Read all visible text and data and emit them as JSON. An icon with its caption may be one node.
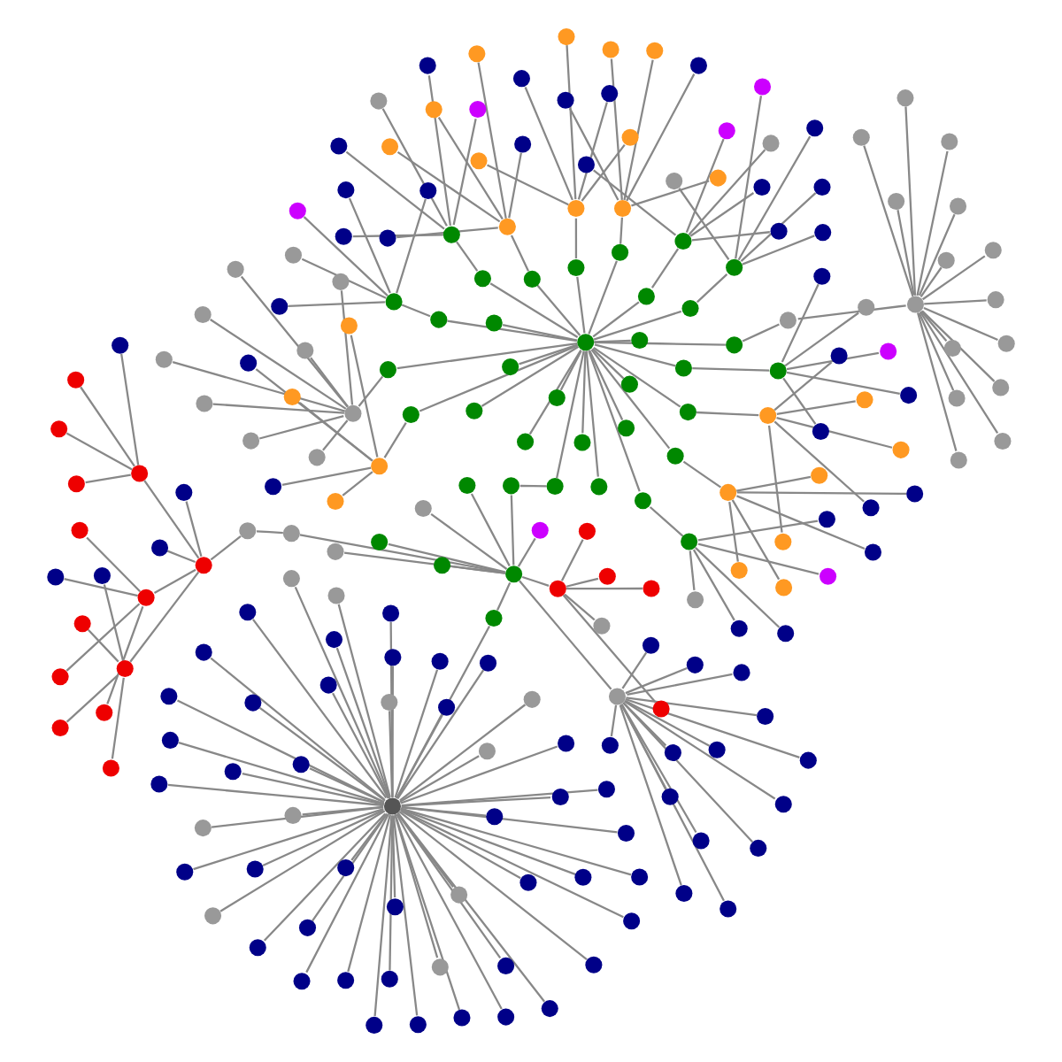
{
  "diagram": {
    "nodes": [
      {
        "text": [],
        "shape": "circle"
      },
      {
        "text": [],
        "shape": "circle"
      },
      {
        "text": [],
        "shape": "circle"
      },
      {
        "text": [],
        "shape": "circle"
      },
      {
        "text": [],
        "shape": "circle"
      },
      {
        "text": [],
        "shape": "circle"
      },
      {
        "text": [],
        "shape": "circle"
      },
      {
        "text": [],
        "shape": "circle"
      },
      {
        "text": [],
        "shape": "circle"
      },
      {
        "text": [],
        "shape": "circle"
      },
      {
        "text": [],
        "shape": "circle"
      },
      {
        "text": [],
        "shape": "circle"
      },
      {
        "text": [],
        "shape": "circle"
      },
      {
        "text": [],
        "shape": "circle"
      },
      {
        "text": [],
        "shape": "circle"
      },
      {
        "text": [],
        "shape": "circle"
      },
      {
        "text": [],
        "shape": "circle"
      },
      {
        "text": [],
        "shape": "circle"
      },
      {
        "text": [],
        "shape": "circle"
      },
      {
        "text": [],
        "shape": "circle"
      },
      {
        "text": [],
        "shape": "circle"
      },
      {
        "text": [],
        "shape": "circle"
      },
      {
        "text": [],
        "shape": "circle"
      },
      {
        "text": [],
        "shape": "circle"
      },
      {
        "text": [],
        "shape": "circle"
      },
      {
        "text": [],
        "shape": "circle"
      },
      {
        "text": [],
        "shape": "circle"
      },
      {
        "text": [],
        "shape": "circle"
      },
      {
        "text": [],
        "shape": "circle"
      },
      {
        "text": [],
        "shape": "circle"
      },
      {
        "text": [],
        "shape": "circle"
      },
      {
        "text": [],
        "shape": "circle"
      },
      {
        "text": [],
        "shape": "circle"
      },
      {
        "text": [],
        "shape": "circle"
      },
      {
        "text": [],
        "shape": "circle"
      },
      {
        "text": [],
        "shape": "circle"
      },
      {
        "text": [],
        "shape": "circle"
      },
      {
        "text": [],
        "shape": "circle"
      },
      {
        "text": [],
        "shape": "circle"
      },
      {
        "text": [],
        "shape": "circle"
      },
      {
        "text": [],
        "shape": "circle"
      },
      {
        "text": [],
        "shape": "circle"
      },
      {
        "text": [],
        "shape": "circle"
      },
      {
        "text": [],
        "shape": "circle"
      },
      {
        "text": [],
        "shape": "circle"
      },
      {
        "text": [],
        "shape": "circle"
      },
      {
        "text": [],
        "shape": "circle"
      },
      {
        "text": [],
        "shape": "circle"
      },
      {
        "text": [],
        "shape": "circle"
      },
      {
        "text": [],
        "shape": "circle"
      },
      {
        "text": [],
        "shape": "circle"
      },
      {
        "text": [],
        "shape": "circle"
      },
      {
        "text": [],
        "shape": "circle"
      },
      {
        "text": [],
        "shape": "circle"
      },
      {
        "text": [],
        "shape": "circle"
      },
      {
        "text": [],
        "shape": "circle"
      },
      {
        "text": [],
        "shape": "circle"
      },
      {
        "text": [],
        "shape": "circle"
      },
      {
        "text": [],
        "shape": "circle"
      },
      {
        "text": [],
        "shape": "circle"
      },
      {
        "text": [],
        "shape": "circle"
      },
      {
        "text": [],
        "shape": "circle"
      },
      {
        "text": [],
        "shape": "circle"
      },
      {
        "text": [],
        "shape": "circle"
      },
      {
        "text": [],
        "shape": "circle"
      },
      {
        "text": [],
        "shape": "circle"
      },
      {
        "text": [],
        "shape": "circle"
      },
      {
        "text": [],
        "shape": "circle"
      },
      {
        "text": [],
        "shape": "circle"
      },
      {
        "text": [],
        "shape": "circle"
      },
      {
        "text": [],
        "shape": "circle"
      },
      {
        "text": [],
        "shape": "circle"
      },
      {
        "text": [],
        "shape": "circle"
      },
      {
        "text": [],
        "shape": "circle"
      },
      {
        "text": [],
        "shape": "circle"
      },
      {
        "text": [],
        "shape": "circle"
      },
      {
        "text": [],
        "shape": "circle"
      },
      {
        "text": [],
        "shape": "circle"
      },
      {
        "text": [],
        "shape": "circle"
      },
      {
        "text": [],
        "shape": "circle"
      },
      {
        "text": [],
        "shape": "circle"
      },
      {
        "text": [],
        "shape": "circle"
      },
      {
        "text": [],
        "shape": "circle"
      },
      {
        "text": [],
        "shape": "circle"
      },
      {
        "text": [],
        "shape": "circle"
      },
      {
        "text": [],
        "shape": "circle"
      },
      {
        "text": [],
        "shape": "circle"
      },
      {
        "text": [],
        "shape": "circle"
      },
      {
        "text": [],
        "shape": "circle"
      },
      {
        "text": [],
        "shape": "circle"
      },
      {
        "text": [],
        "shape": "circle"
      },
      {
        "text": [],
        "shape": "circle"
      },
      {
        "text": [],
        "shape": "circle"
      },
      {
        "text": [],
        "shape": "circle"
      },
      {
        "text": [],
        "shape": "circle"
      },
      {
        "text": [],
        "shape": "circle"
      },
      {
        "text": [],
        "shape": "circle"
      },
      {
        "text": [],
        "shape": "circle"
      },
      {
        "text": [],
        "shape": "circle"
      },
      {
        "text": [],
        "shape": "circle"
      },
      {
        "text": [],
        "shape": "circle"
      },
      {
        "text": [],
        "shape": "circle"
      },
      {
        "text": [],
        "shape": "circle"
      },
      {
        "text": [],
        "shape": "circle"
      },
      {
        "text": [],
        "shape": "circle"
      },
      {
        "text": [],
        "shape": "circle"
      },
      {
        "text": [],
        "shape": "circle"
      },
      {
        "text": [],
        "shape": "circle"
      },
      {
        "text": [],
        "shape": "circle"
      },
      {
        "text": [],
        "shape": "circle"
      },
      {
        "text": [],
        "shape": "circle"
      },
      {
        "text": [],
        "shape": "circle"
      },
      {
        "text": [],
        "shape": "circle"
      },
      {
        "text": [],
        "shape": "circle"
      },
      {
        "text": [],
        "shape": "circle"
      },
      {
        "text": [],
        "shape": "circle"
      },
      {
        "text": [],
        "shape": "circle"
      },
      {
        "text": [],
        "shape": "circle"
      },
      {
        "text": [],
        "shape": "circle"
      },
      {
        "text": [],
        "shape": "circle"
      },
      {
        "text": [],
        "shape": "circle"
      },
      {
        "text": [],
        "shape": "circle"
      },
      {
        "text": [],
        "shape": "circle"
      },
      {
        "text": [],
        "shape": "circle"
      },
      {
        "text": [],
        "shape": "circle"
      },
      {
        "text": [],
        "shape": "circle"
      },
      {
        "text": [],
        "shape": "circle"
      },
      {
        "text": [],
        "shape": "circle"
      },
      {
        "text": [],
        "shape": "circle"
      },
      {
        "text": [],
        "shape": "circle"
      },
      {
        "text": [],
        "shape": "circle"
      },
      {
        "text": [],
        "shape": "circle"
      },
      {
        "text": [],
        "shape": "circle"
      },
      {
        "text": [],
        "shape": "circle"
      },
      {
        "text": [],
        "shape": "circle"
      },
      {
        "text": [],
        "shape": "circle"
      },
      {
        "text": [],
        "shape": "circle"
      },
      {
        "text": [],
        "shape": "circle"
      },
      {
        "text": [],
        "shape": "circle"
      },
      {
        "text": [],
        "shape": "circle"
      },
      {
        "text": [],
        "shape": "circle"
      },
      {
        "text": [],
        "shape": "circle"
      },
      {
        "text": [],
        "shape": "circle"
      },
      {
        "text": [],
        "shape": "circle"
      },
      {
        "text": [],
        "shape": "circle"
      },
      {
        "text": [],
        "shape": "circle"
      },
      {
        "text": [],
        "shape": "circle"
      },
      {
        "text": [],
        "shape": "circle"
      },
      {
        "text": [],
        "shape": "circle"
      },
      {
        "text": [],
        "shape": "circle"
      },
      {
        "text": [],
        "shape": "circle"
      },
      {
        "text": [],
        "shape": "circle"
      },
      {
        "text": [],
        "shape": "circle"
      },
      {
        "text": [],
        "shape": "circle"
      },
      {
        "text": [],
        "shape": "circle"
      },
      {
        "text": [],
        "shape": "circle"
      },
      {
        "text": [],
        "shape": "circle"
      },
      {
        "text": [],
        "shape": "circle"
      },
      {
        "text": [],
        "shape": "circle"
      },
      {
        "text": [],
        "shape": "circle"
      },
      {
        "text": [],
        "shape": "circle"
      },
      {
        "text": [],
        "shape": "circle"
      },
      {
        "text": [],
        "shape": "circle"
      },
      {
        "text": [],
        "shape": "circle"
      },
      {
        "text": [],
        "shape": "circle"
      },
      {
        "text": [],
        "shape": "circle"
      },
      {
        "text": [],
        "shape": "circle"
      },
      {
        "text": [],
        "shape": "circle"
      },
      {
        "text": [],
        "shape": "circle"
      },
      {
        "text": [],
        "shape": "circle"
      },
      {
        "text": [],
        "shape": "circle"
      },
      {
        "text": [],
        "shape": "circle"
      },
      {
        "text": [],
        "shape": "circle"
      },
      {
        "text": [],
        "shape": "circle"
      },
      {
        "text": [],
        "shape": "circle"
      },
      {
        "text": [],
        "shape": "circle"
      },
      {
        "text": [],
        "shape": "circle"
      },
      {
        "text": [],
        "shape": "circle"
      },
      {
        "text": [],
        "shape": "circle"
      },
      {
        "text": [],
        "shape": "circle"
      },
      {
        "text": [],
        "shape": "circle"
      },
      {
        "text": [],
        "shape": "circle"
      },
      {
        "text": [],
        "shape": "circle"
      },
      {
        "text": [],
        "shape": "circle"
      },
      {
        "text": [],
        "shape": "circle"
      },
      {
        "text": [],
        "shape": "circle"
      },
      {
        "text": [],
        "shape": "circle"
      },
      {
        "text": [],
        "shape": "circle"
      },
      {
        "text": [],
        "shape": "circle"
      },
      {
        "text": [],
        "shape": "circle"
      },
      {
        "text": [],
        "shape": "circle"
      },
      {
        "text": [],
        "shape": "circle"
      },
      {
        "text": [],
        "shape": "circle"
      },
      {
        "text": [],
        "shape": "circle"
      },
      {
        "text": [],
        "shape": "circle"
      },
      {
        "text": [],
        "shape": "circle"
      },
      {
        "text": [],
        "shape": "circle"
      },
      {
        "text": [],
        "shape": "circle"
      },
      {
        "text": [],
        "shape": "circle"
      },
      {
        "text": [],
        "shape": "circle"
      },
      {
        "text": [],
        "shape": "circle"
      },
      {
        "text": [],
        "shape": "circle"
      },
      {
        "text": [],
        "shape": "circle"
      },
      {
        "text": [],
        "shape": "circle"
      },
      {
        "text": [],
        "shape": "circle"
      },
      {
        "text": [],
        "shape": "circle"
      },
      {
        "text": [],
        "shape": "circle"
      },
      {
        "text": [],
        "shape": "circle"
      },
      {
        "text": [],
        "shape": "circle"
      },
      {
        "text": [],
        "shape": "circle"
      },
      {
        "text": [],
        "shape": "circle"
      },
      {
        "text": [],
        "shape": "circle"
      },
      {
        "text": [],
        "shape": "circle"
      },
      {
        "text": [],
        "shape": "circle"
      },
      {
        "text": [],
        "shape": "circle"
      },
      {
        "text": [],
        "shape": "circle"
      },
      {
        "text": [],
        "shape": "circle"
      },
      {
        "text": [],
        "shape": "circle"
      },
      {
        "text": [],
        "shape": "circle"
      },
      {
        "text": [],
        "shape": "circle"
      },
      {
        "text": [],
        "shape": "circle"
      },
      {
        "text": [],
        "shape": "circle"
      },
      {
        "text": [],
        "shape": "circle"
      },
      {
        "text": [],
        "shape": "circle"
      }
    ],
    "edges": [
      {
        "from": 0,
        "to": 1,
        "arrow": "none"
      },
      {
        "from": 0,
        "to": 2,
        "arrow": "none"
      },
      {
        "from": 0,
        "to": 3,
        "arrow": "none"
      },
      {
        "from": 0,
        "to": 4,
        "arrow": "none"
      },
      {
        "from": 0,
        "to": 5,
        "arrow": "none"
      },
      {
        "from": 0,
        "to": 6,
        "arrow": "none"
      },
      {
        "from": 0,
        "to": 7,
        "arrow": "none"
      },
      {
        "from": 0,
        "to": 8,
        "arrow": "none"
      },
      {
        "from": 0,
        "to": 9,
        "arrow": "none"
      },
      {
        "from": 0,
        "to": 10,
        "arrow": "none"
      },
      {
        "from": 0,
        "to": 11,
        "arrow": "none"
      },
      {
        "from": 11,
        "to": 12,
        "arrow": "none"
      },
      {
        "from": 12,
        "to": 13,
        "arrow": "none"
      },
      {
        "from": 12,
        "to": 14,
        "arrow": "none"
      },
      {
        "from": 12,
        "to": 15,
        "arrow": "none"
      },
      {
        "from": 12,
        "to": 16,
        "arrow": "none"
      },
      {
        "from": 12,
        "to": 17,
        "arrow": "none"
      },
      {
        "from": 0,
        "to": 18,
        "arrow": "none"
      },
      {
        "from": 18,
        "to": 19,
        "arrow": "none"
      },
      {
        "from": 19,
        "to": 20,
        "arrow": "none"
      },
      {
        "from": 19,
        "to": 21,
        "arrow": "none"
      },
      {
        "from": 19,
        "to": 22,
        "arrow": "none"
      },
      {
        "from": 19,
        "to": 23,
        "arrow": "none"
      },
      {
        "from": 19,
        "to": 24,
        "arrow": "none"
      },
      {
        "from": 0,
        "to": 25,
        "arrow": "none"
      },
      {
        "from": 25,
        "to": 26,
        "arrow": "none"
      },
      {
        "from": 26,
        "to": 27,
        "arrow": "none"
      },
      {
        "from": 26,
        "to": 28,
        "arrow": "none"
      },
      {
        "from": 26,
        "to": 29,
        "arrow": "none"
      },
      {
        "from": 26,
        "to": 30,
        "arrow": "none"
      },
      {
        "from": 26,
        "to": 31,
        "arrow": "none"
      },
      {
        "from": 0,
        "to": 32,
        "arrow": "none"
      },
      {
        "from": 32,
        "to": 33,
        "arrow": "none"
      },
      {
        "from": 33,
        "to": 34,
        "arrow": "none"
      },
      {
        "from": 33,
        "to": 35,
        "arrow": "none"
      },
      {
        "from": 33,
        "to": 36,
        "arrow": "none"
      },
      {
        "from": 33,
        "to": 37,
        "arrow": "none"
      },
      {
        "from": 33,
        "to": 38,
        "arrow": "none"
      },
      {
        "from": 0,
        "to": 39,
        "arrow": "none"
      },
      {
        "from": 39,
        "to": 40,
        "arrow": "none"
      },
      {
        "from": 40,
        "to": 41,
        "arrow": "none"
      },
      {
        "from": 40,
        "to": 42,
        "arrow": "none"
      },
      {
        "from": 40,
        "to": 43,
        "arrow": "none"
      },
      {
        "from": 40,
        "to": 44,
        "arrow": "none"
      },
      {
        "from": 40,
        "to": 45,
        "arrow": "none"
      },
      {
        "from": 0,
        "to": 46,
        "arrow": "none"
      },
      {
        "from": 46,
        "to": 47,
        "arrow": "none"
      },
      {
        "from": 47,
        "to": 48,
        "arrow": "none"
      },
      {
        "from": 47,
        "to": 49,
        "arrow": "none"
      },
      {
        "from": 47,
        "to": 50,
        "arrow": "none"
      },
      {
        "from": 47,
        "to": 51,
        "arrow": "none"
      },
      {
        "from": 47,
        "to": 52,
        "arrow": "none"
      },
      {
        "from": 0,
        "to": 53,
        "arrow": "none"
      },
      {
        "from": 53,
        "to": 54,
        "arrow": "none"
      },
      {
        "from": 54,
        "to": 55,
        "arrow": "none"
      },
      {
        "from": 54,
        "to": 56,
        "arrow": "none"
      },
      {
        "from": 54,
        "to": 57,
        "arrow": "none"
      },
      {
        "from": 54,
        "to": 58,
        "arrow": "none"
      },
      {
        "from": 54,
        "to": 59,
        "arrow": "none"
      },
      {
        "from": 0,
        "to": 60,
        "arrow": "none"
      },
      {
        "from": 60,
        "to": 61,
        "arrow": "none"
      },
      {
        "from": 61,
        "to": 62,
        "arrow": "none"
      },
      {
        "from": 61,
        "to": 63,
        "arrow": "none"
      },
      {
        "from": 61,
        "to": 64,
        "arrow": "none"
      },
      {
        "from": 61,
        "to": 65,
        "arrow": "none"
      },
      {
        "from": 61,
        "to": 66,
        "arrow": "none"
      },
      {
        "from": 0,
        "to": 67,
        "arrow": "none"
      },
      {
        "from": 67,
        "to": 68,
        "arrow": "none"
      },
      {
        "from": 68,
        "to": 69,
        "arrow": "none"
      },
      {
        "from": 68,
        "to": 70,
        "arrow": "none"
      },
      {
        "from": 68,
        "to": 71,
        "arrow": "none"
      },
      {
        "from": 68,
        "to": 72,
        "arrow": "none"
      },
      {
        "from": 68,
        "to": 73,
        "arrow": "none"
      },
      {
        "from": 0,
        "to": 74,
        "arrow": "none"
      },
      {
        "from": 74,
        "to": 75,
        "arrow": "none"
      },
      {
        "from": 75,
        "to": 76,
        "arrow": "none"
      },
      {
        "from": 75,
        "to": 77,
        "arrow": "none"
      },
      {
        "from": 75,
        "to": 78,
        "arrow": "none"
      },
      {
        "from": 75,
        "to": 79,
        "arrow": "none"
      },
      {
        "from": 75,
        "to": 80,
        "arrow": "none"
      },
      {
        "from": 0,
        "to": 81,
        "arrow": "none"
      },
      {
        "from": 81,
        "to": 82,
        "arrow": "none"
      },
      {
        "from": 82,
        "to": 83,
        "arrow": "none"
      },
      {
        "from": 82,
        "to": 84,
        "arrow": "none"
      },
      {
        "from": 82,
        "to": 85,
        "arrow": "none"
      },
      {
        "from": 82,
        "to": 86,
        "arrow": "none"
      },
      {
        "from": 82,
        "to": 87,
        "arrow": "none"
      },
      {
        "from": 0,
        "to": 88,
        "arrow": "none"
      },
      {
        "from": 88,
        "to": 89,
        "arrow": "none"
      },
      {
        "from": 89,
        "to": 90,
        "arrow": "none"
      },
      {
        "from": 89,
        "to": 91,
        "arrow": "none"
      },
      {
        "from": 89,
        "to": 92,
        "arrow": "none"
      },
      {
        "from": 89,
        "to": 93,
        "arrow": "none"
      },
      {
        "from": 89,
        "to": 94,
        "arrow": "none"
      },
      {
        "from": 0,
        "to": 95,
        "arrow": "none"
      },
      {
        "from": 95,
        "to": 96,
        "arrow": "none"
      },
      {
        "from": 96,
        "to": 97,
        "arrow": "none"
      },
      {
        "from": 97,
        "to": 98,
        "arrow": "none"
      },
      {
        "from": 97,
        "to": 99,
        "arrow": "none"
      },
      {
        "from": 97,
        "to": 100,
        "arrow": "none"
      },
      {
        "from": 97,
        "to": 101,
        "arrow": "none"
      },
      {
        "from": 97,
        "to": 102,
        "arrow": "none"
      },
      {
        "from": 97,
        "to": 103,
        "arrow": "none"
      },
      {
        "from": 97,
        "to": 104,
        "arrow": "none"
      },
      {
        "from": 97,
        "to": 105,
        "arrow": "none"
      },
      {
        "from": 97,
        "to": 106,
        "arrow": "none"
      },
      {
        "from": 97,
        "to": 107,
        "arrow": "none"
      },
      {
        "from": 97,
        "to": 108,
        "arrow": "none"
      },
      {
        "from": 97,
        "to": 109,
        "arrow": "none"
      },
      {
        "from": 97,
        "to": 110,
        "arrow": "none"
      },
      {
        "from": 97,
        "to": 111,
        "arrow": "none"
      },
      {
        "from": 0,
        "to": 112,
        "arrow": "none"
      },
      {
        "from": 112,
        "to": 113,
        "arrow": "none"
      },
      {
        "from": 113,
        "to": 114,
        "arrow": "none"
      },
      {
        "from": 113,
        "to": 115,
        "arrow": "none"
      },
      {
        "from": 113,
        "to": 116,
        "arrow": "none"
      },
      {
        "from": 113,
        "to": 117,
        "arrow": "none"
      },
      {
        "from": 113,
        "to": 118,
        "arrow": "none"
      },
      {
        "from": 113,
        "to": 119,
        "arrow": "none"
      },
      {
        "from": 113,
        "to": 120,
        "arrow": "none"
      },
      {
        "from": 113,
        "to": 121,
        "arrow": "none"
      },
      {
        "from": 0,
        "to": 122,
        "arrow": "none"
      },
      {
        "from": 122,
        "to": 123,
        "arrow": "none"
      },
      {
        "from": 123,
        "to": 124,
        "arrow": "none"
      },
      {
        "from": 124,
        "to": 125,
        "arrow": "none"
      },
      {
        "from": 124,
        "to": 126,
        "arrow": "none"
      },
      {
        "from": 124,
        "to": 127,
        "arrow": "none"
      },
      {
        "from": 124,
        "to": 128,
        "arrow": "none"
      },
      {
        "from": 124,
        "to": 129,
        "arrow": "none"
      },
      {
        "from": 124,
        "to": 130,
        "arrow": "none"
      },
      {
        "from": 124,
        "to": 131,
        "arrow": "none"
      },
      {
        "from": 131,
        "to": 132,
        "arrow": "none"
      },
      {
        "from": 132,
        "to": 133,
        "arrow": "none"
      },
      {
        "from": 133,
        "to": 134,
        "arrow": "none"
      },
      {
        "from": 133,
        "to": 135,
        "arrow": "none"
      },
      {
        "from": 133,
        "to": 136,
        "arrow": "none"
      },
      {
        "from": 134,
        "to": 137,
        "arrow": "none"
      },
      {
        "from": 134,
        "to": 138,
        "arrow": "none"
      },
      {
        "from": 134,
        "to": 139,
        "arrow": "none"
      },
      {
        "from": 134,
        "to": 140,
        "arrow": "none"
      },
      {
        "from": 135,
        "to": 141,
        "arrow": "none"
      },
      {
        "from": 135,
        "to": 142,
        "arrow": "none"
      },
      {
        "from": 135,
        "to": 143,
        "arrow": "none"
      },
      {
        "from": 135,
        "to": 144,
        "arrow": "none"
      },
      {
        "from": 136,
        "to": 145,
        "arrow": "none"
      },
      {
        "from": 136,
        "to": 146,
        "arrow": "none"
      },
      {
        "from": 136,
        "to": 147,
        "arrow": "none"
      },
      {
        "from": 136,
        "to": 148,
        "arrow": "none"
      },
      {
        "from": 133,
        "to": 149,
        "arrow": "none"
      },
      {
        "from": 133,
        "to": 150,
        "arrow": "none"
      },
      {
        "from": 124,
        "to": 151,
        "arrow": "none"
      },
      {
        "from": 151,
        "to": 152,
        "arrow": "none"
      },
      {
        "from": 151,
        "to": 153,
        "arrow": "none"
      },
      {
        "from": 151,
        "to": 154,
        "arrow": "none"
      },
      {
        "from": 151,
        "to": 155,
        "arrow": "none"
      },
      {
        "from": 151,
        "to": 156,
        "arrow": "none"
      },
      {
        "from": 151,
        "to": 157,
        "arrow": "none"
      },
      {
        "from": 151,
        "to": 158,
        "arrow": "none"
      },
      {
        "from": 151,
        "to": 159,
        "arrow": "none"
      },
      {
        "from": 151,
        "to": 160,
        "arrow": "none"
      },
      {
        "from": 151,
        "to": 161,
        "arrow": "none"
      },
      {
        "from": 151,
        "to": 162,
        "arrow": "none"
      },
      {
        "from": 151,
        "to": 163,
        "arrow": "none"
      },
      {
        "from": 151,
        "to": 164,
        "arrow": "none"
      },
      {
        "from": 151,
        "to": 165,
        "arrow": "none"
      },
      {
        "from": 124,
        "to": 166,
        "arrow": "none"
      },
      {
        "from": 166,
        "to": 167,
        "arrow": "none"
      },
      {
        "from": 166,
        "to": 168,
        "arrow": "none"
      },
      {
        "from": 166,
        "to": 169,
        "arrow": "none"
      },
      {
        "from": 166,
        "to": 170,
        "arrow": "none"
      },
      {
        "from": 166,
        "to": 171,
        "arrow": "none"
      },
      {
        "from": 124,
        "to": 172,
        "arrow": "none"
      },
      {
        "from": 172,
        "to": 173,
        "arrow": "none"
      },
      {
        "from": 173,
        "to": 174,
        "arrow": "none"
      },
      {
        "from": 173,
        "to": 175,
        "arrow": "none"
      },
      {
        "from": 173,
        "to": 176,
        "arrow": "none"
      },
      {
        "from": 173,
        "to": 177,
        "arrow": "none"
      },
      {
        "from": 173,
        "to": 178,
        "arrow": "none"
      },
      {
        "from": 173,
        "to": 179,
        "arrow": "none"
      },
      {
        "from": 173,
        "to": 180,
        "arrow": "none"
      },
      {
        "from": 173,
        "to": 181,
        "arrow": "none"
      },
      {
        "from": 173,
        "to": 182,
        "arrow": "none"
      },
      {
        "from": 173,
        "to": 183,
        "arrow": "none"
      },
      {
        "from": 173,
        "to": 184,
        "arrow": "none"
      },
      {
        "from": 173,
        "to": 185,
        "arrow": "none"
      },
      {
        "from": 173,
        "to": 186,
        "arrow": "none"
      },
      {
        "from": 173,
        "to": 187,
        "arrow": "none"
      },
      {
        "from": 173,
        "to": 188,
        "arrow": "none"
      },
      {
        "from": 173,
        "to": 189,
        "arrow": "none"
      },
      {
        "from": 173,
        "to": 190,
        "arrow": "none"
      },
      {
        "from": 173,
        "to": 191,
        "arrow": "none"
      },
      {
        "from": 173,
        "to": 192,
        "arrow": "none"
      },
      {
        "from": 173,
        "to": 193,
        "arrow": "none"
      },
      {
        "from": 173,
        "to": 194,
        "arrow": "none"
      },
      {
        "from": 173,
        "to": 195,
        "arrow": "none"
      },
      {
        "from": 173,
        "to": 196,
        "arrow": "none"
      },
      {
        "from": 173,
        "to": 197,
        "arrow": "none"
      },
      {
        "from": 173,
        "to": 198,
        "arrow": "none"
      },
      {
        "from": 173,
        "to": 199,
        "arrow": "none"
      },
      {
        "from": 173,
        "to": 200,
        "arrow": "none"
      },
      {
        "from": 173,
        "to": 201,
        "arrow": "none"
      },
      {
        "from": 173,
        "to": 202,
        "arrow": "none"
      },
      {
        "from": 173,
        "to": 203,
        "arrow": "none"
      },
      {
        "from": 173,
        "to": 204,
        "arrow": "none"
      },
      {
        "from": 173,
        "to": 205,
        "arrow": "none"
      },
      {
        "from": 173,
        "to": 206,
        "arrow": "none"
      },
      {
        "from": 173,
        "to": 207,
        "arrow": "none"
      },
      {
        "from": 173,
        "to": 208,
        "arrow": "none"
      },
      {
        "from": 173,
        "to": 209,
        "arrow": "none"
      },
      {
        "from": 173,
        "to": 210,
        "arrow": "none"
      },
      {
        "from": 173,
        "to": 211,
        "arrow": "none"
      },
      {
        "from": 173,
        "to": 212,
        "arrow": "none"
      },
      {
        "from": 173,
        "to": 213,
        "arrow": "none"
      },
      {
        "from": 173,
        "to": 214,
        "arrow": "none"
      },
      {
        "from": 173,
        "to": 215,
        "arrow": "none"
      },
      {
        "from": 173,
        "to": 216,
        "arrow": "none"
      },
      {
        "from": 173,
        "to": 217,
        "arrow": "none"
      },
      {
        "from": 173,
        "to": 218,
        "arrow": "none"
      },
      {
        "from": 173,
        "to": 219,
        "arrow": "none"
      },
      {
        "from": 173,
        "to": 220,
        "arrow": "none"
      },
      {
        "from": 173,
        "to": 221,
        "arrow": "none"
      },
      {
        "from": 173,
        "to": 222,
        "arrow": "none"
      },
      {
        "from": 173,
        "to": 223,
        "arrow": "none"
      }
    ]
  }
}
